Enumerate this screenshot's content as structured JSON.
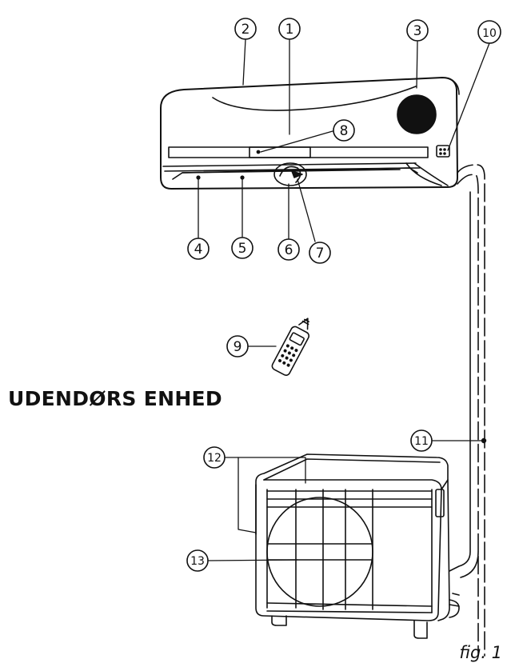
{
  "figure": {
    "heading": "UDENDØRS ENHED",
    "caption": "fig. 1",
    "callouts": [
      "1",
      "2",
      "3",
      "4",
      "5",
      "6",
      "7",
      "8",
      "9",
      "10",
      "11",
      "12",
      "13"
    ]
  },
  "colors": {
    "line": "#111111",
    "background": "#ffffff"
  },
  "icons": {
    "indoor_unit": "split-ac-indoor-unit-icon",
    "remote": "remote-control-icon",
    "outdoor_unit": "outdoor-condenser-unit-icon",
    "sensor": "receiver-sensor-icon"
  }
}
